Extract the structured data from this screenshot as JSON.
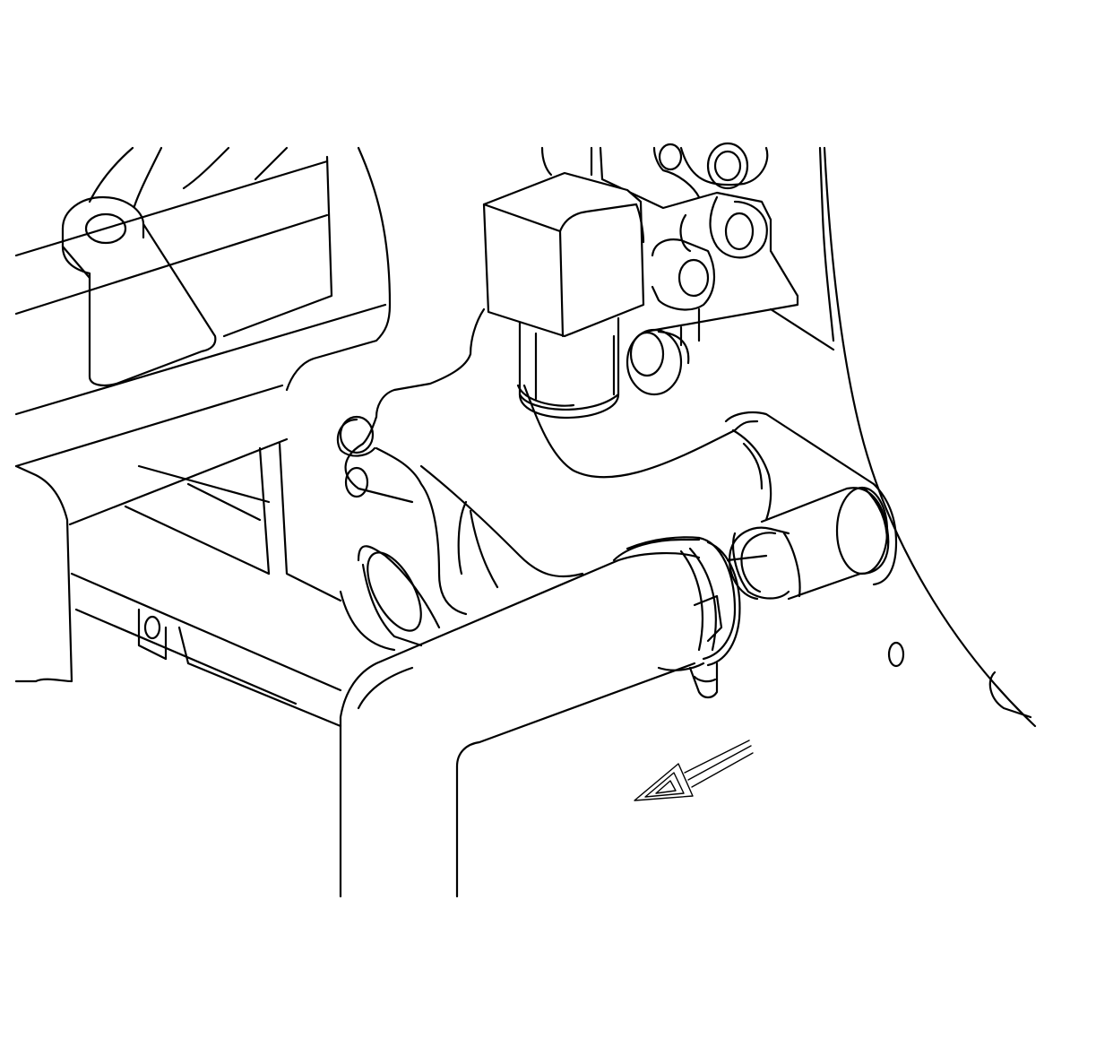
{
  "diagram": {
    "background": "#ffffff",
    "line_color": "#000000",
    "components": [
      {
        "name": "engine-block-left",
        "icon": "casting-outline"
      },
      {
        "name": "mounting-boss",
        "icon": "boss-with-hole"
      },
      {
        "name": "sensor-connector",
        "icon": "electrical-connector"
      },
      {
        "name": "housing-flange",
        "icon": "flange-with-bolt-holes"
      },
      {
        "name": "coolant-pipe",
        "icon": "bent-pipe"
      },
      {
        "name": "hose",
        "icon": "hose-tube"
      },
      {
        "name": "hose-clamp",
        "icon": "spring-clamp"
      },
      {
        "name": "retaining-ring",
        "icon": "snap-ring"
      },
      {
        "name": "inlet-fitting",
        "icon": "cylindrical-fitting"
      },
      {
        "name": "bracket-lower",
        "icon": "bracket-outline"
      },
      {
        "name": "direction-arrow",
        "icon": "arrow-down-left-icon"
      }
    ]
  }
}
